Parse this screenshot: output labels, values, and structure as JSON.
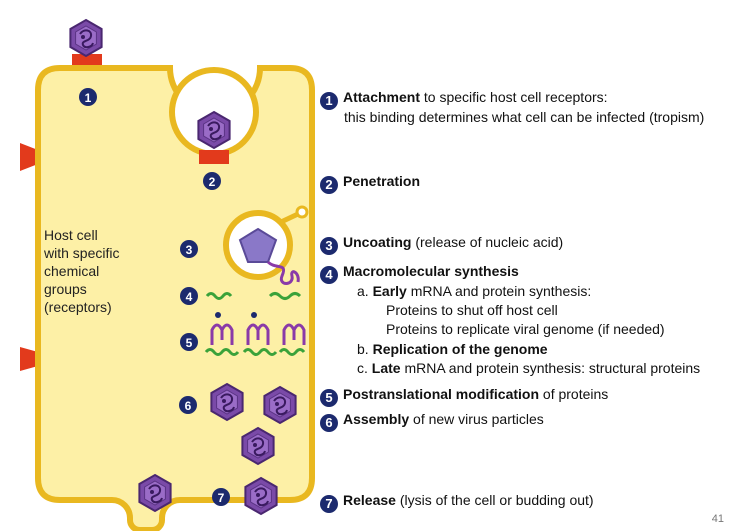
{
  "cell_label": [
    "Host cell",
    "with specific",
    "chemical",
    "groups",
    "(receptors)"
  ],
  "step_badges": [
    "1",
    "2",
    "3",
    "4",
    "5",
    "6",
    "7"
  ],
  "steps": {
    "s1": {
      "num": "1",
      "bold": "Attachment",
      "rest": " to specific host cell receptors:",
      "line2": "this binding determines what cell can be infected (tropism)"
    },
    "s2": {
      "num": "2",
      "bold": "Penetration"
    },
    "s3": {
      "num": "3",
      "bold": "Uncoating",
      "rest": " (release of nucleic acid)"
    },
    "s4": {
      "num": "4",
      "bold": "Macromolecular synthesis",
      "a_prefix": "a. ",
      "a_bold": "Early",
      "a_rest": " mRNA and protein synthesis:",
      "a1": "Proteins to shut off host cell",
      "a2": "Proteins to replicate viral genome (if needed)",
      "b_prefix": "b. ",
      "b_bold": "Replication of the genome",
      "c_prefix": "c. ",
      "c_bold": "Late",
      "c_rest": " mRNA and protein synthesis: structural proteins"
    },
    "s5": {
      "num": "5",
      "bold": "Postranslational modification",
      "rest": " of proteins"
    },
    "s6": {
      "num": "6",
      "bold": "Assembly",
      "rest": " of new virus particles"
    },
    "s7": {
      "num": "7",
      "bold": "Release",
      "rest": " (lysis of the cell or budding out)"
    }
  },
  "page_number": "41",
  "colors": {
    "cell_fill": "#fdf0a6",
    "cell_stroke": "#e9b820",
    "virus": "#6b3d9a",
    "receptor": "#e23a1c",
    "badge": "#1c2a6e",
    "rna": "#3aa23a",
    "protein": "#8a3aa8"
  }
}
